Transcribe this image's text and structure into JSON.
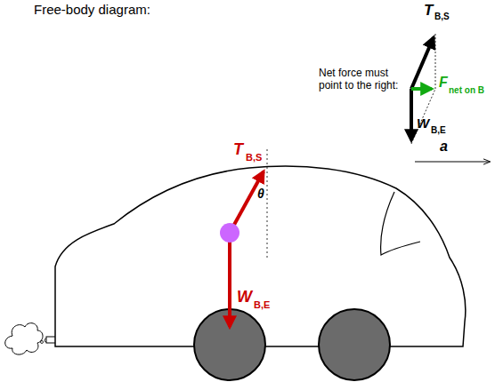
{
  "diagram": {
    "labels": [
      "Free-body diagram:",
      "T",
      "B,S",
      "Net force must point to the right:",
      "F",
      "net on B",
      "W",
      "B,E",
      "a",
      "T",
      "B,S",
      "θ",
      "W",
      "B,E"
    ]
  }
}
